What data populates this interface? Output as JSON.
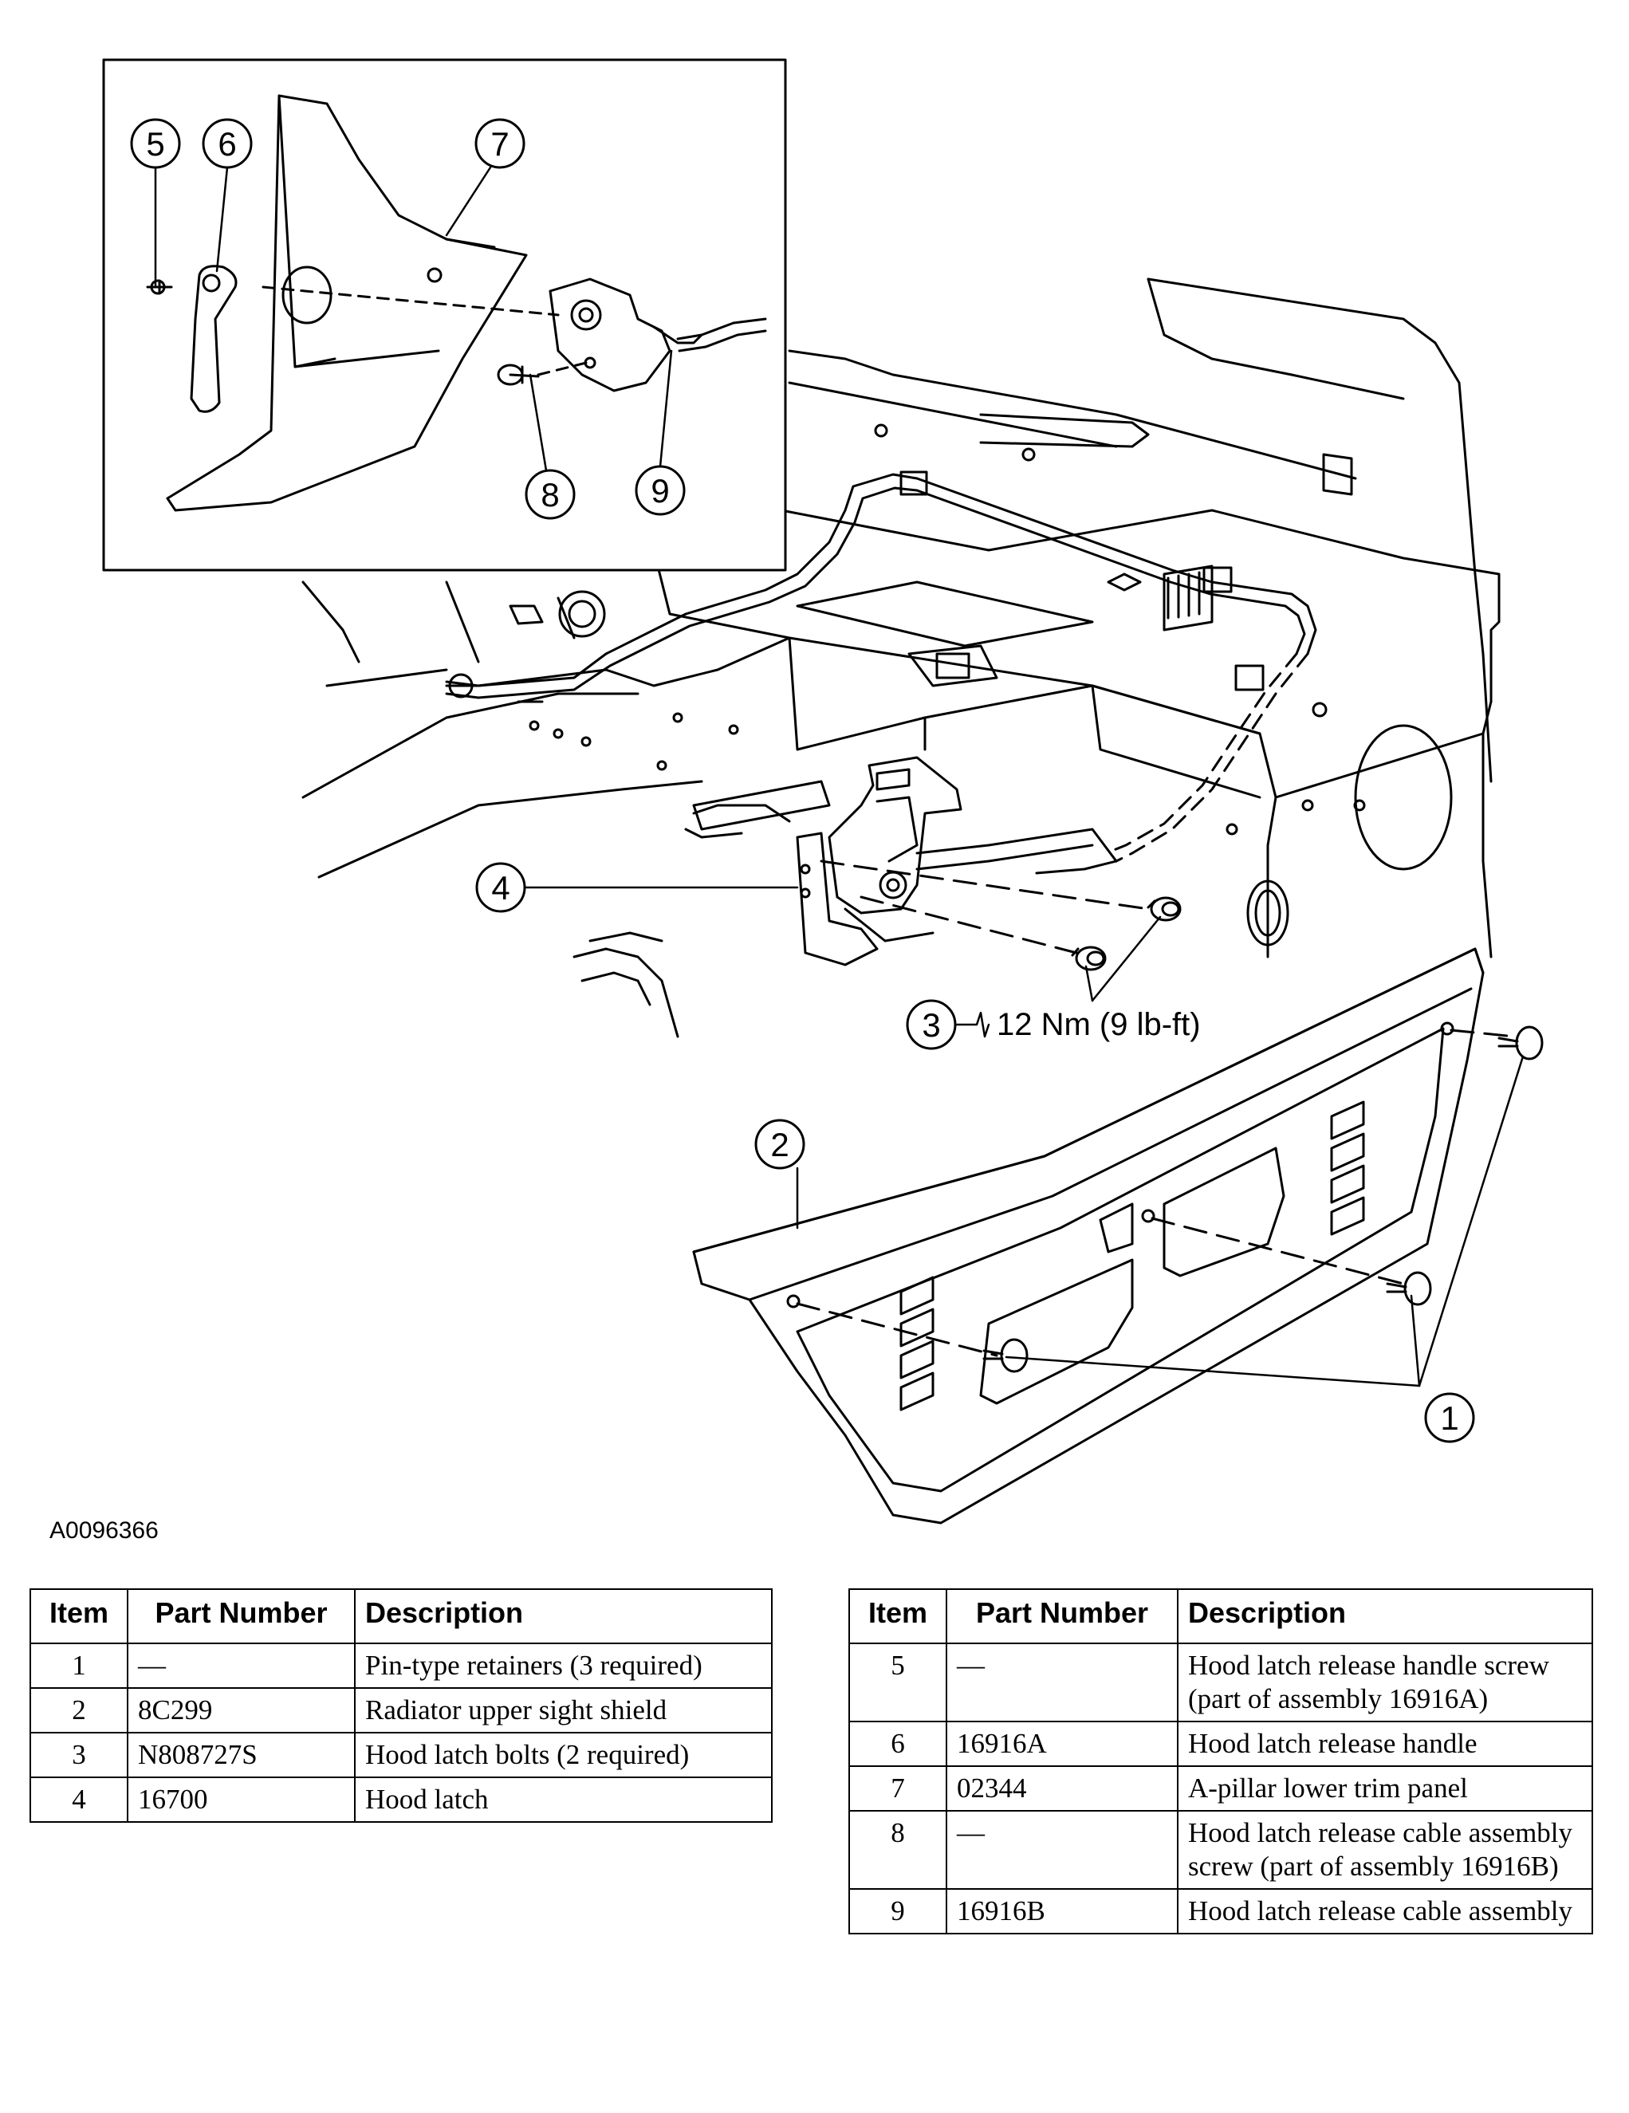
{
  "figure": {
    "id_label": "A0096366",
    "callouts": [
      "1",
      "2",
      "3",
      "4",
      "5",
      "6",
      "7",
      "8",
      "9"
    ],
    "torque_label": "12 Nm (9 lb-ft)"
  },
  "table_left": {
    "headers": [
      "Item",
      "Part Number",
      "Description"
    ],
    "rows": [
      {
        "item": "1",
        "part": "—",
        "desc": "Pin-type retainers (3 required)"
      },
      {
        "item": "2",
        "part": "8C299",
        "desc": "Radiator upper sight shield"
      },
      {
        "item": "3",
        "part": "N808727S",
        "desc": "Hood latch bolts (2 required)"
      },
      {
        "item": "4",
        "part": "16700",
        "desc": "Hood latch"
      }
    ]
  },
  "table_right": {
    "headers": [
      "Item",
      "Part Number",
      "Description"
    ],
    "rows": [
      {
        "item": "5",
        "part": "—",
        "desc": "Hood latch release handle screw (part of assembly 16916A)"
      },
      {
        "item": "6",
        "part": "16916A",
        "desc": "Hood latch release handle"
      },
      {
        "item": "7",
        "part": "02344",
        "desc": "A-pillar lower trim panel"
      },
      {
        "item": "8",
        "part": "—",
        "desc": "Hood latch release cable assembly screw (part of assembly 16916B)"
      },
      {
        "item": "9",
        "part": "16916B",
        "desc": "Hood latch release cable assembly"
      }
    ]
  }
}
